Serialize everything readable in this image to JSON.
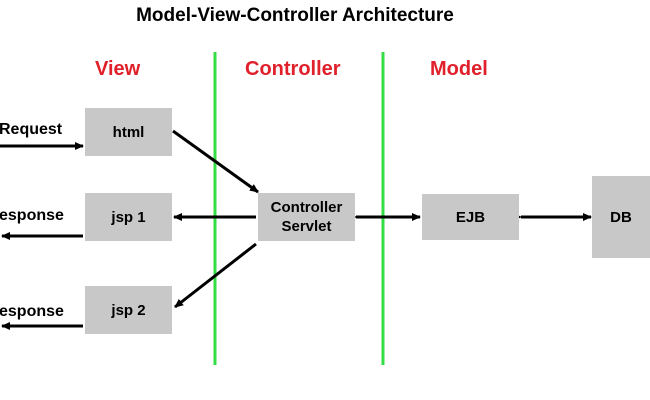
{
  "diagram": {
    "title": "Model-View-Controller Architecture",
    "layers": [
      {
        "label": "View"
      },
      {
        "label": "Controller"
      },
      {
        "label": "Model"
      }
    ],
    "nodes": {
      "html": "html",
      "jsp1": "jsp 1",
      "jsp2": "jsp 2",
      "controller_line1": "Controller",
      "controller_line2": "Servlet",
      "ejb": "EJB",
      "db": "DB"
    },
    "external": {
      "request": "Request",
      "response1": "esponse",
      "response2": "esponse"
    },
    "colors": {
      "heading": "#e0202a",
      "divider": "#33dd44",
      "box": "#c8c8c8",
      "arrow": "#000000"
    }
  }
}
